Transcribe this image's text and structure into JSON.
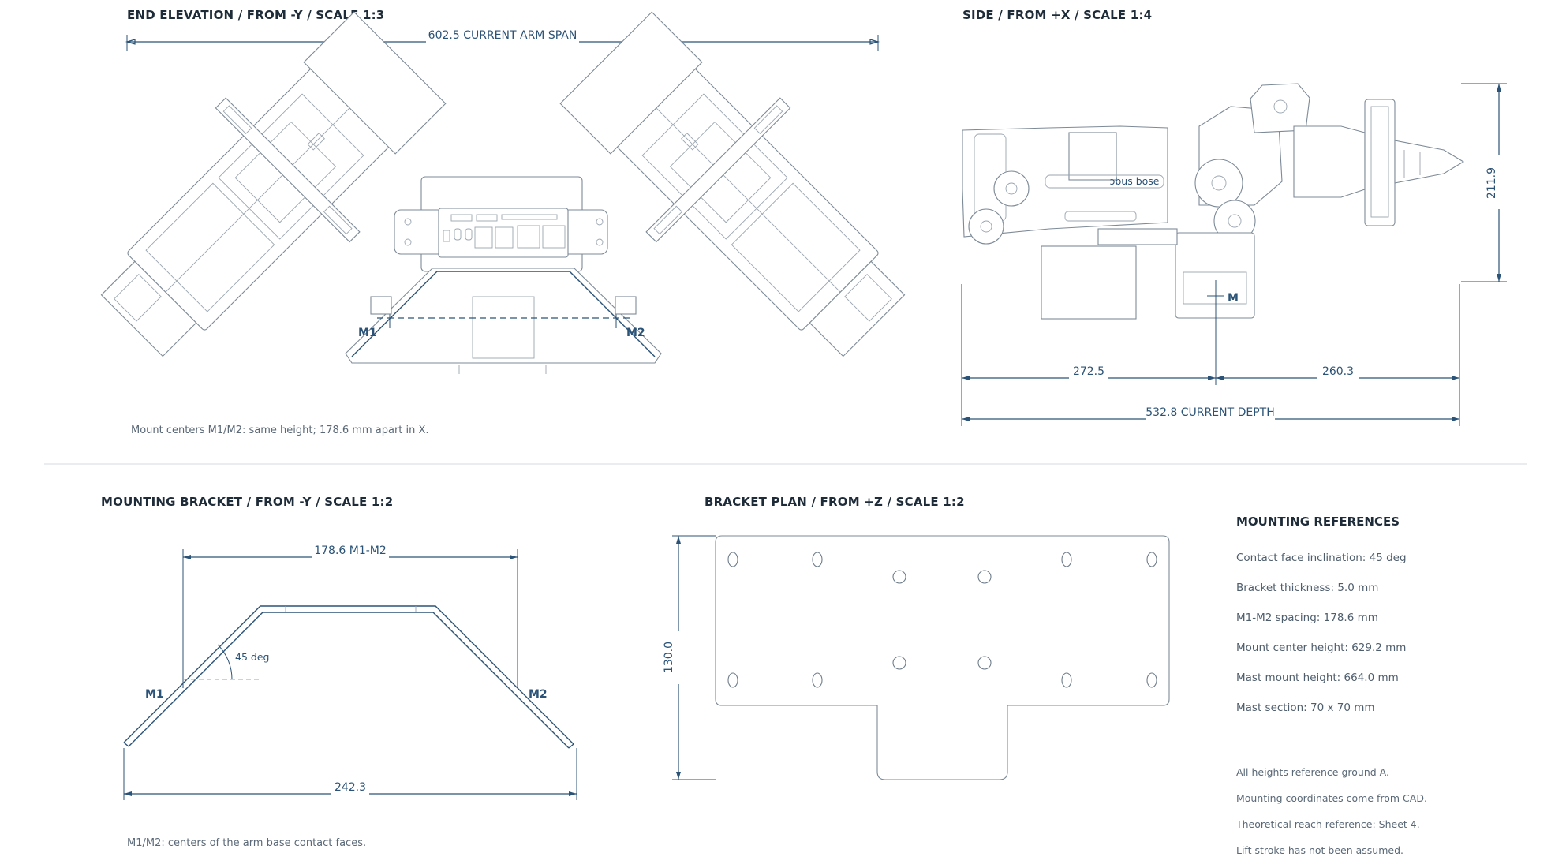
{
  "views": {
    "end_elevation": {
      "title": "END ELEVATION / FROM -Y  /  SCALE 1:3",
      "span_label": "602.5 CURRENT ARM SPAN",
      "m1": "M1",
      "m2": "M2",
      "note": "Mount centers M1/M2: same height; 178.6 mm apart in X."
    },
    "side": {
      "title": "SIDE / FROM +X  /  SCALE 1:4",
      "height_label": "211.9",
      "left_label": "272.5",
      "right_label": "260.3",
      "depth_label": "532.8 CURRENT DEPTH",
      "m": "M",
      "arm_label": "ɔbus bose"
    },
    "bracket": {
      "title": "MOUNTING BRACKET / FROM -Y / SCALE 1:2",
      "spacing_label": "178.6 M1-M2",
      "angle_label": "45 deg",
      "width_label": "242.3",
      "m1": "M1",
      "m2": "M2",
      "note": "M1/M2: centers of the arm base contact faces."
    },
    "plan": {
      "title": "BRACKET PLAN / FROM +Z / SCALE 1:2",
      "height_label": "130.0"
    }
  },
  "references": {
    "title": "MOUNTING REFERENCES",
    "items": [
      "Contact face inclination: 45 deg",
      "Bracket thickness: 5.0 mm",
      "M1-M2 spacing: 178.6 mm",
      "Mount center height: 629.2 mm",
      "Mast mount height: 664.0 mm",
      "Mast section: 70 x 70 mm"
    ],
    "footnotes": [
      "All heights reference ground A.",
      "Mounting coordinates come from CAD.",
      "Theoretical reach reference: Sheet 4.",
      "Lift stroke has not been assumed."
    ]
  },
  "colors": {
    "dimension": "#2b5377",
    "part_line": "#7d8a97",
    "divider": "#d5dbe0"
  }
}
